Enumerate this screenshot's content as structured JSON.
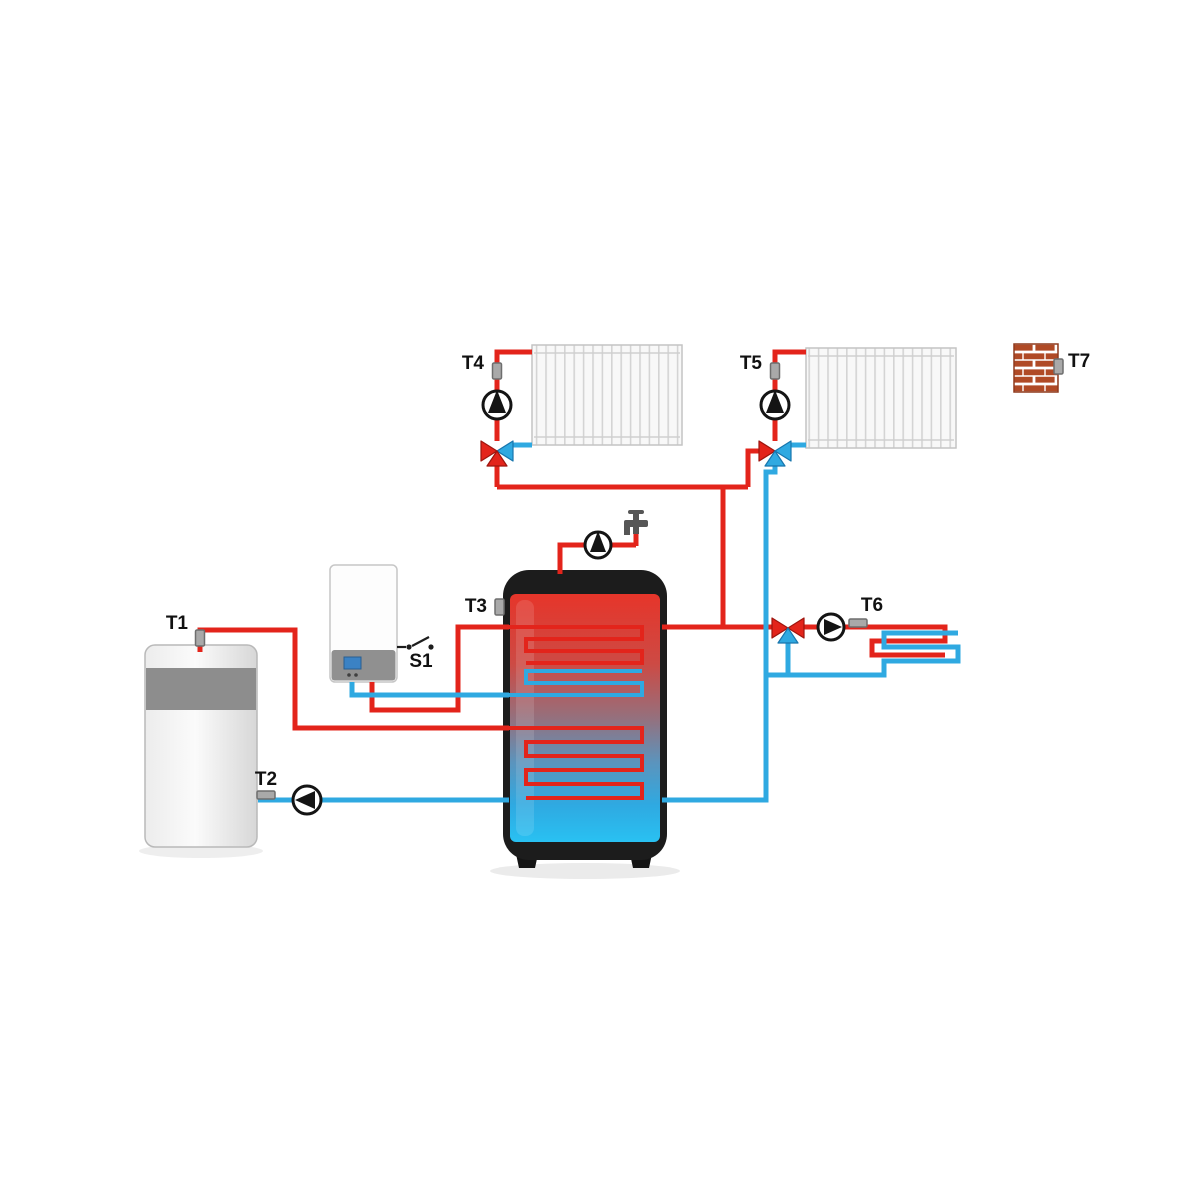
{
  "colors": {
    "hot": "#e3241b",
    "cold": "#2fa9e1",
    "brick": "#b04a26",
    "ink": "#111111"
  },
  "labels": {
    "t1": "T1",
    "t2": "T2",
    "t3": "T3",
    "t4": "T4",
    "t5": "T5",
    "t6": "T6",
    "t7": "T7",
    "s1": "S1"
  }
}
